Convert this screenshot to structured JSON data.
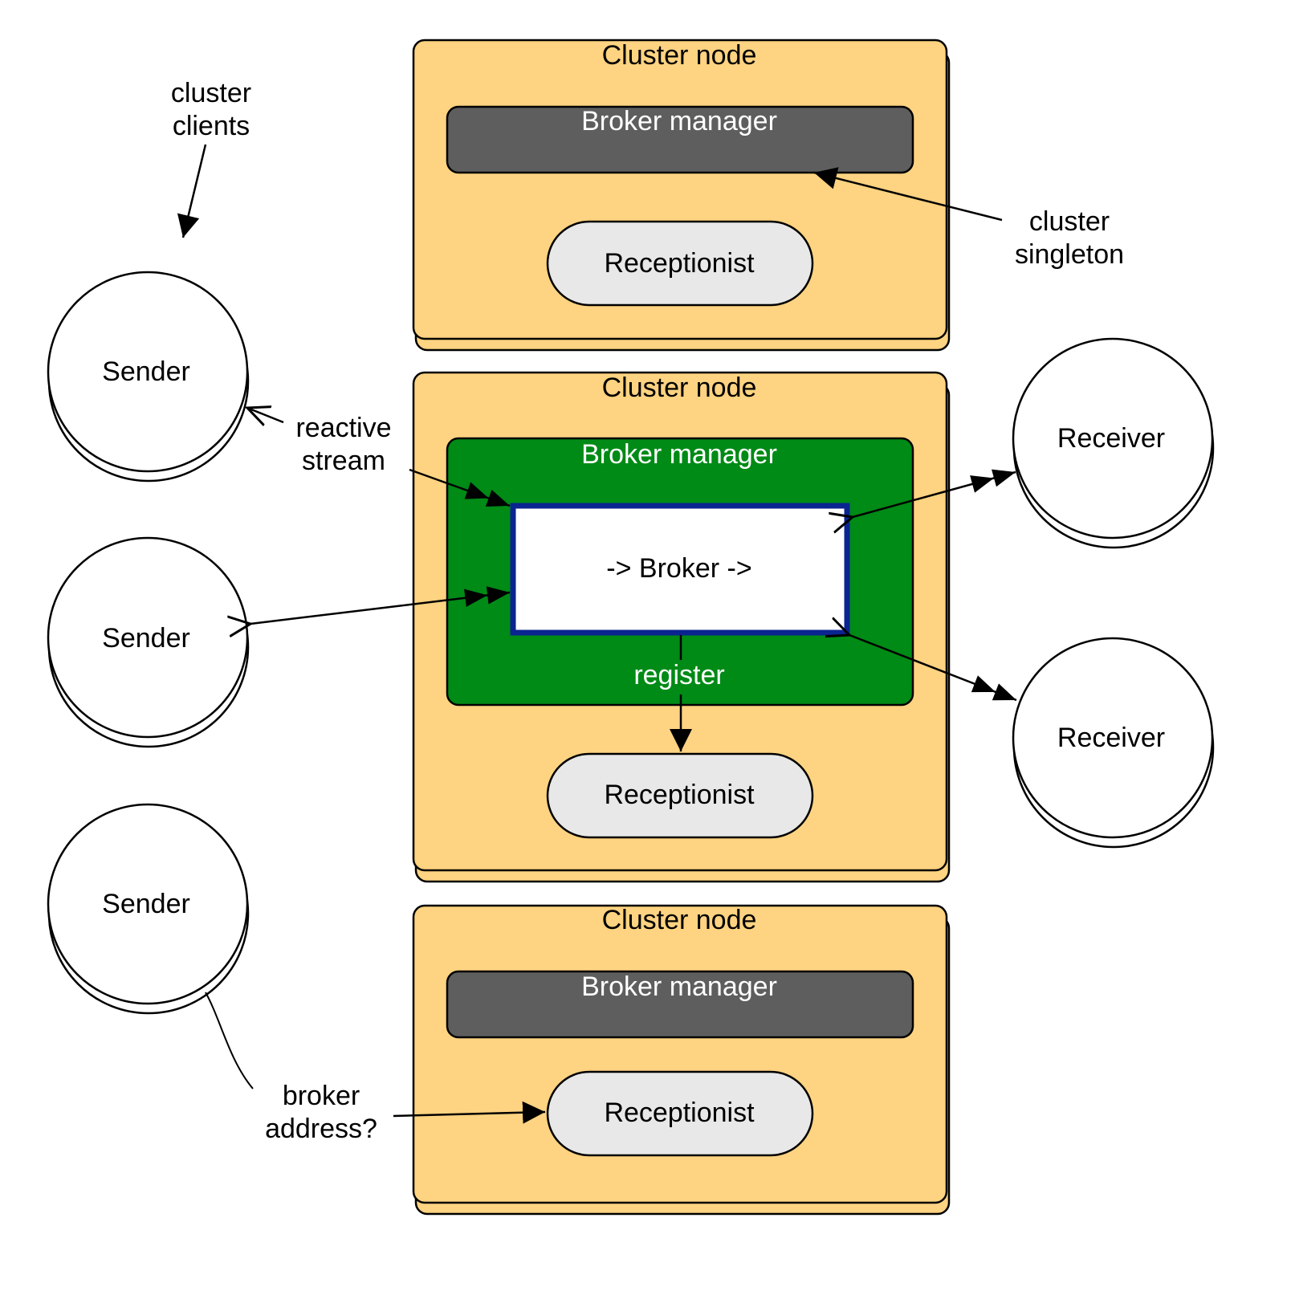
{
  "colors": {
    "cluster_node_fill": "#fed381",
    "broker_manager_inactive": "#5e5e5e",
    "broker_manager_active": "#008a16",
    "broker_border": "#0a2490",
    "receptionist_fill": "#e8e8e8",
    "actor_fill": "#ffffff",
    "line": "#000000"
  },
  "annotations": {
    "cluster_clients": [
      "cluster",
      "clients"
    ],
    "cluster_singleton": [
      "cluster",
      "singleton"
    ],
    "reactive_stream": [
      "reactive",
      "stream"
    ],
    "broker_address": [
      "broker",
      "address?"
    ],
    "register": "register"
  },
  "cluster_nodes": [
    {
      "title": "Cluster node",
      "broker_manager": "Broker manager",
      "state": "inactive",
      "receptionist": "Receptionist"
    },
    {
      "title": "Cluster node",
      "broker_manager": "Broker manager",
      "state": "active",
      "broker": "-> Broker ->",
      "receptionist": "Receptionist"
    },
    {
      "title": "Cluster node",
      "broker_manager": "Broker manager",
      "state": "inactive",
      "receptionist": "Receptionist"
    }
  ],
  "senders": [
    {
      "label": "Sender"
    },
    {
      "label": "Sender"
    },
    {
      "label": "Sender"
    }
  ],
  "receivers": [
    {
      "label": "Receiver"
    },
    {
      "label": "Receiver"
    }
  ]
}
